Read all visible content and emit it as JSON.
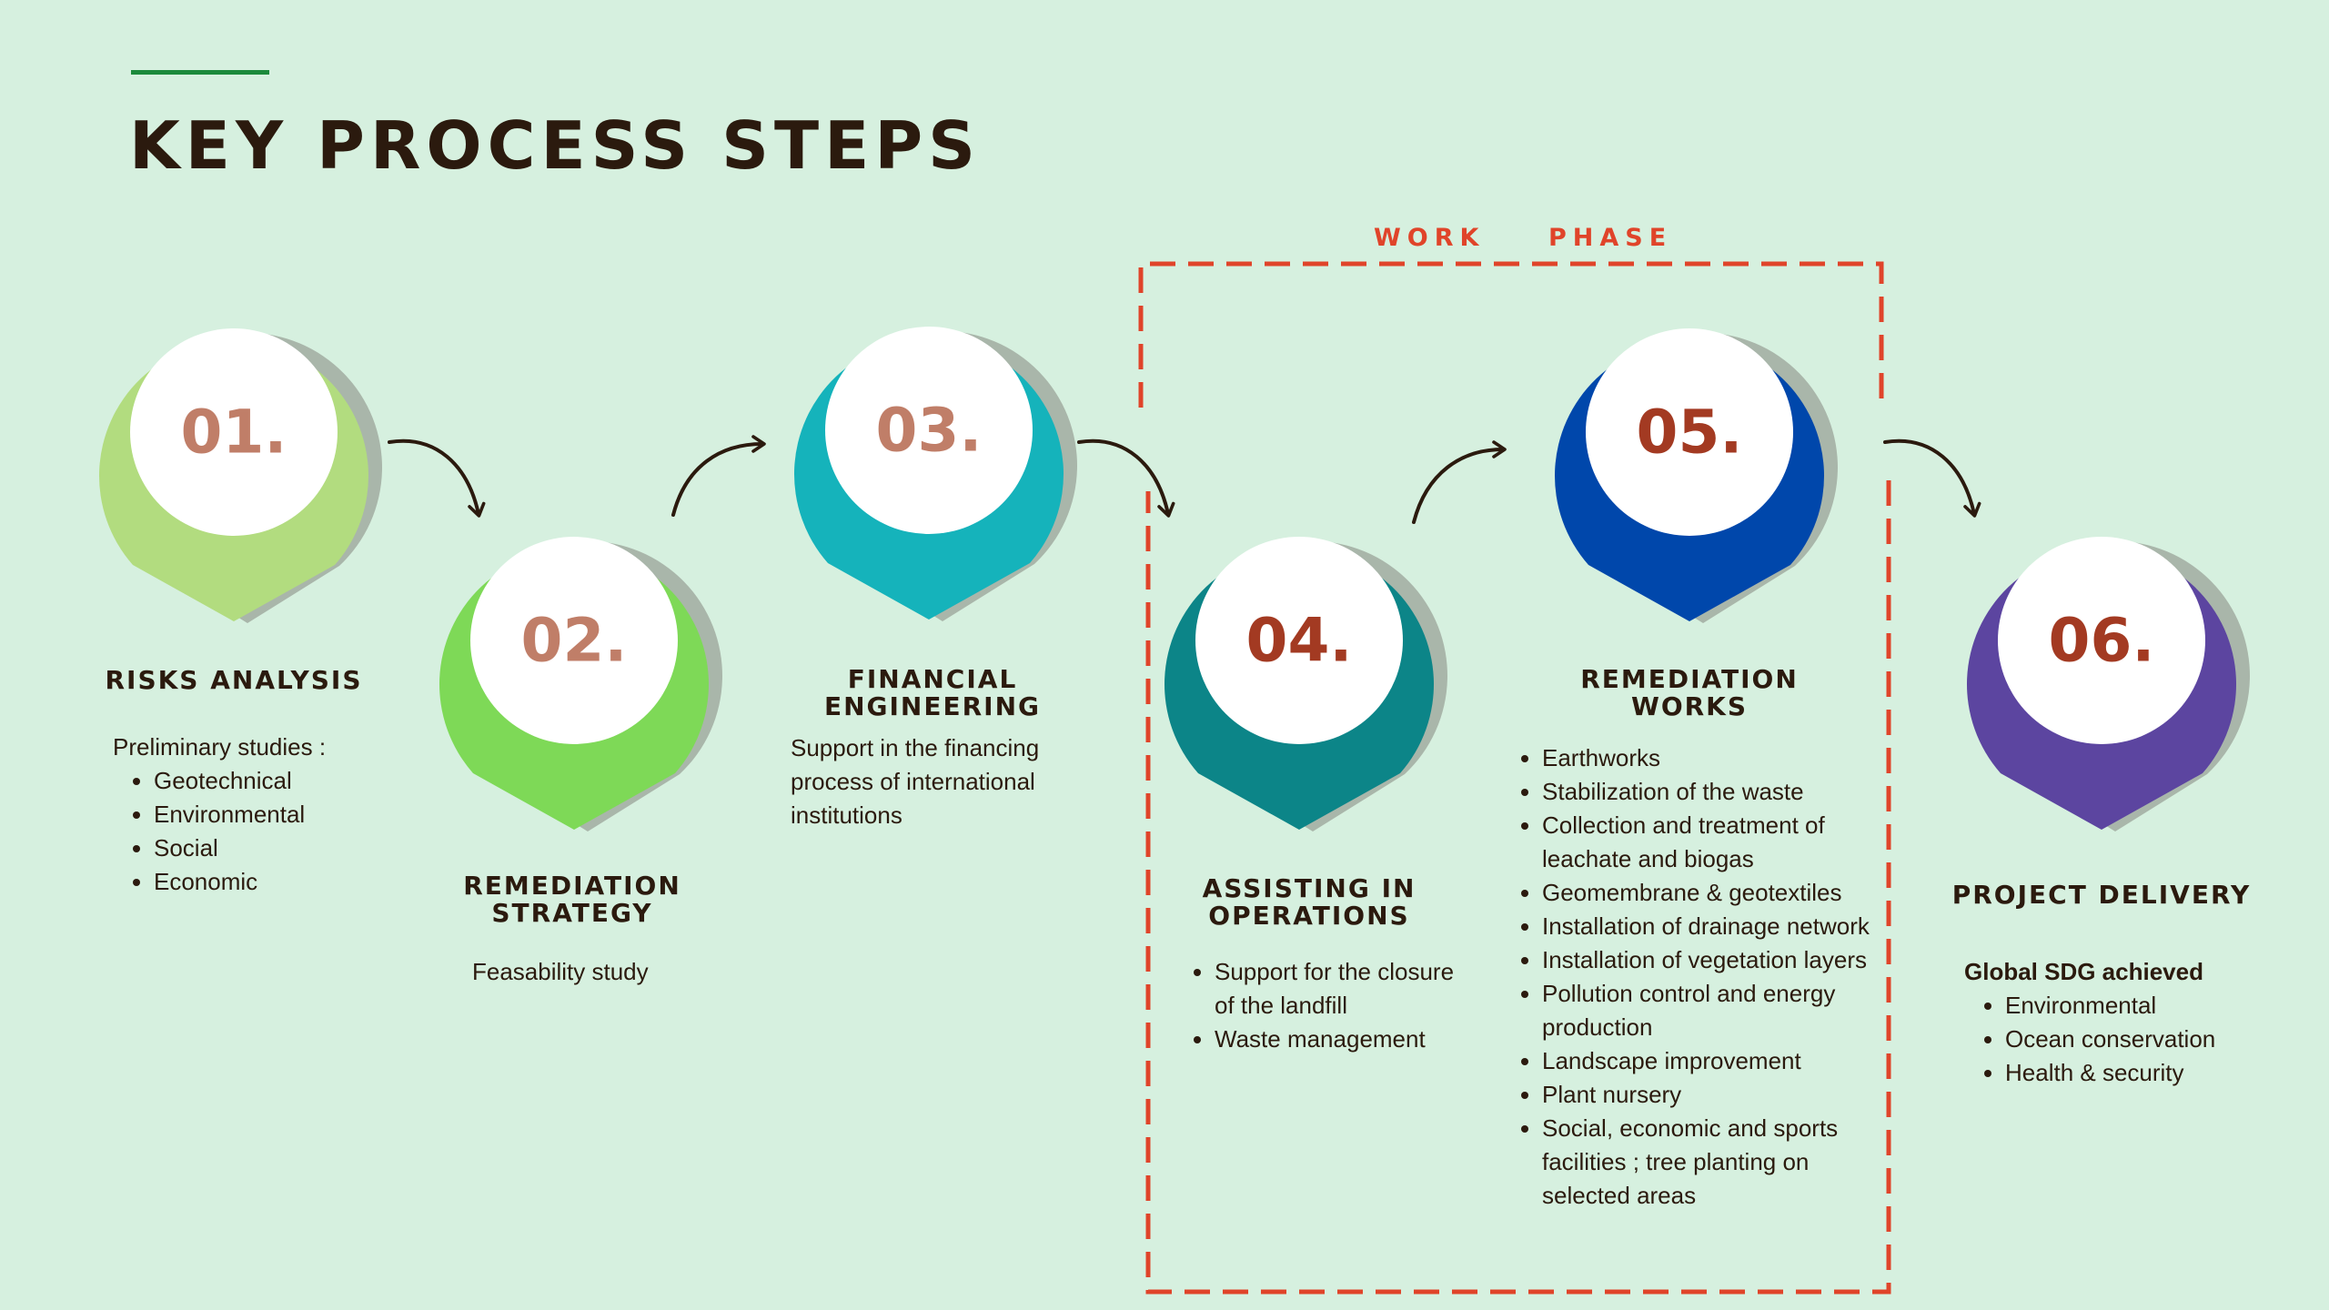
{
  "title": "KEY PROCESS STEPS",
  "phase_label": {
    "word1": "WORK",
    "word2": "PHASE"
  },
  "colors": {
    "background": "#d6f0df",
    "phase_border": "#e0442a",
    "arrow": "#2b1a0e",
    "pin_01": "#b2dc7f",
    "pin_02": "#7ed957",
    "pin_03": "#15b3bb",
    "pin_04": "#0c8588",
    "pin_05": "#0047ab",
    "pin_06": "#5c45a0",
    "number_light": "#c07e68",
    "number_dark": "#a33a22"
  },
  "steps": [
    {
      "number": "01.",
      "heading": "RISKS ANALYSIS",
      "intro": "Preliminary studies :",
      "items": [
        "Geotechnical",
        "Environmental",
        "Social",
        "Economic"
      ]
    },
    {
      "number": "02.",
      "heading": "REMEDIATION STRATEGY",
      "text": "Feasability study"
    },
    {
      "number": "03.",
      "heading": "FINANCIAL ENGINEERING",
      "text": "Support in the financing process of international institutions"
    },
    {
      "number": "04.",
      "heading": "ASSISTING IN OPERATIONS",
      "items": [
        "Support for the closure of the landfill",
        "Waste management"
      ]
    },
    {
      "number": "05.",
      "heading": "REMEDIATION WORKS",
      "items": [
        "Earthworks",
        "Stabilization of the waste",
        "Collection and treatment of leachate and biogas",
        "Geomembrane & geotextiles",
        "Installation of drainage network",
        "Installation of vegetation layers",
        "Pollution control and energy production",
        "Landscape improvement",
        "Plant nursery",
        "Social, economic and sports facilities ; tree planting on selected areas"
      ]
    },
    {
      "number": "06.",
      "heading": "PROJECT DELIVERY",
      "intro": "Global SDG achieved",
      "items": [
        "Environmental",
        "Ocean conservation",
        "Health & security"
      ]
    }
  ]
}
